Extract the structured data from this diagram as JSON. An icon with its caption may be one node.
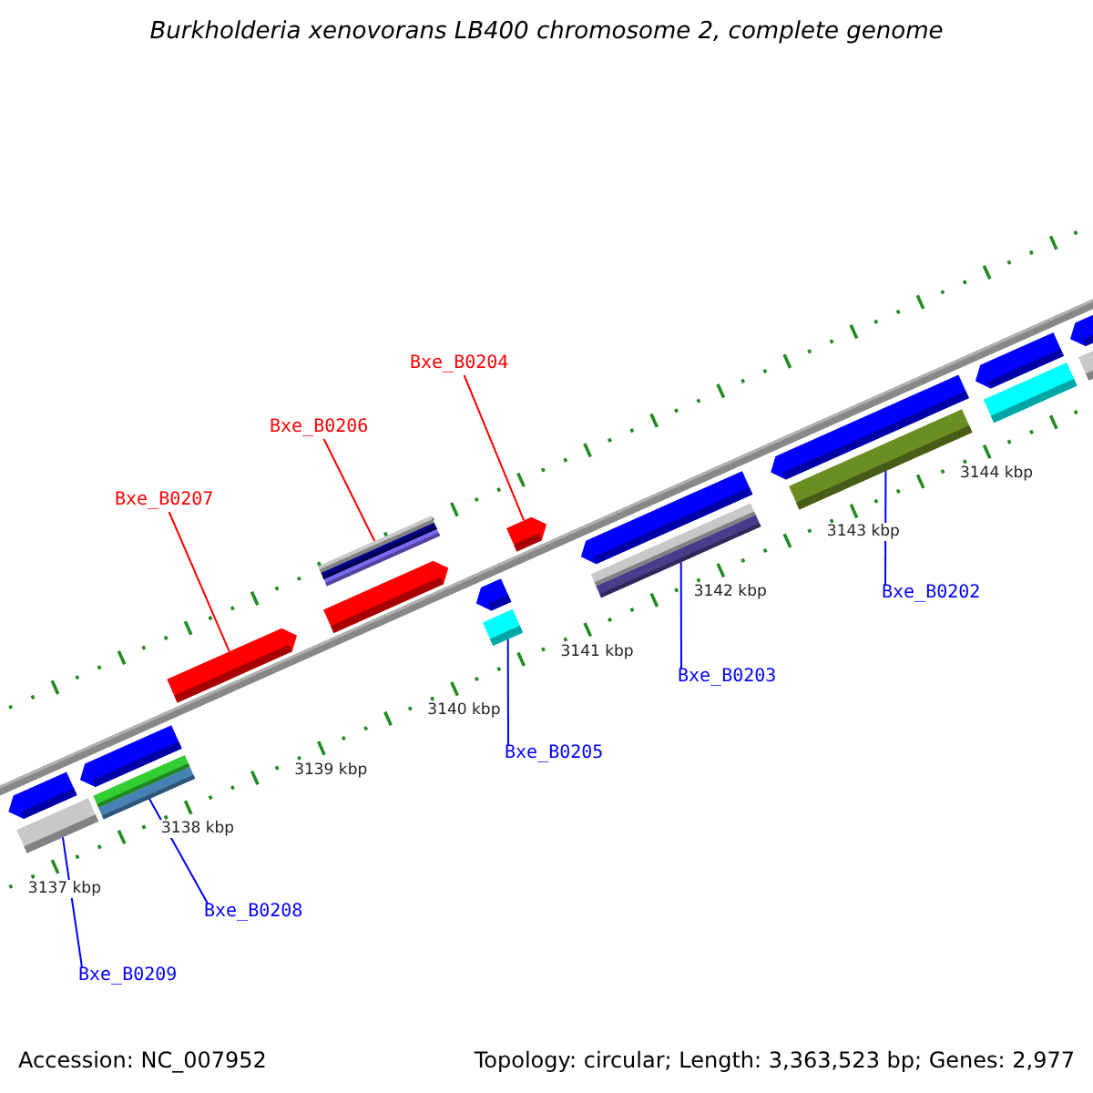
{
  "diagram": {
    "title": "Burkholderia xenovorans LB400 chromosome 2, complete genome",
    "nodes": [
      {
        "text": [
          "Bxe_B0204"
        ]
      },
      {
        "text": [
          "Bxe_B0206"
        ]
      },
      {
        "text": [
          "Bxe_B0207"
        ]
      },
      {
        "text": [
          "Bxe_B0202"
        ]
      },
      {
        "text": [
          "Bxe_B0203"
        ]
      },
      {
        "text": [
          "Bxe_B0205"
        ]
      },
      {
        "text": [
          "Bxe_B0208"
        ]
      },
      {
        "text": [
          "Bxe_B0209"
        ]
      },
      {
        "text": [],
        "shape": "pentagon"
      },
      {
        "text": [],
        "shape": "bar"
      },
      {
        "text": [],
        "shape": "pentagon"
      },
      {
        "text": [],
        "shape": "bar"
      },
      {
        "text": [],
        "shape": "pentagon"
      },
      {
        "text": [],
        "shape": "pentagon"
      },
      {
        "text": [],
        "shape": "bar"
      },
      {
        "text": [],
        "shape": "bar"
      },
      {
        "text": [],
        "shape": "pentagon"
      },
      {
        "text": [],
        "shape": "pentagon"
      },
      {
        "text": [],
        "shape": "pentagon"
      },
      {
        "text": [],
        "shape": "bar"
      },
      {
        "text": [],
        "shape": "pentagon"
      },
      {
        "text": [],
        "shape": "bar"
      },
      {
        "text": [],
        "shape": "pentagon"
      },
      {
        "text": [],
        "shape": "bar"
      },
      {
        "text": [],
        "shape": "pentagon"
      },
      {
        "text": [],
        "shape": "bar"
      }
    ],
    "edges": [
      {
        "from": 0,
        "to": 17,
        "arrow": "none",
        "color": "#ff0000"
      },
      {
        "from": 1,
        "to": 14,
        "arrow": "none",
        "color": "#ff0000"
      },
      {
        "from": 2,
        "to": 12,
        "arrow": "none",
        "color": "#ff0000"
      },
      {
        "from": 3,
        "to": 21,
        "arrow": "none"
      },
      {
        "from": 4,
        "to": 19,
        "arrow": "none"
      },
      {
        "from": 5,
        "to": 15,
        "arrow": "none"
      },
      {
        "from": 6,
        "to": 11,
        "arrow": "none"
      },
      {
        "from": 7,
        "to": 9,
        "arrow": "none"
      }
    ],
    "labels": [
      "3144 kbp",
      "3143 kbp",
      "3142 kbp",
      "3141 kbp",
      "3140 kbp",
      "3139 kbp",
      "3138 kbp",
      "3137 kbp",
      "Accession: NC_007952",
      "Topology: circular; Length: 3,363,523 bp; Genes: 2,977"
    ]
  }
}
